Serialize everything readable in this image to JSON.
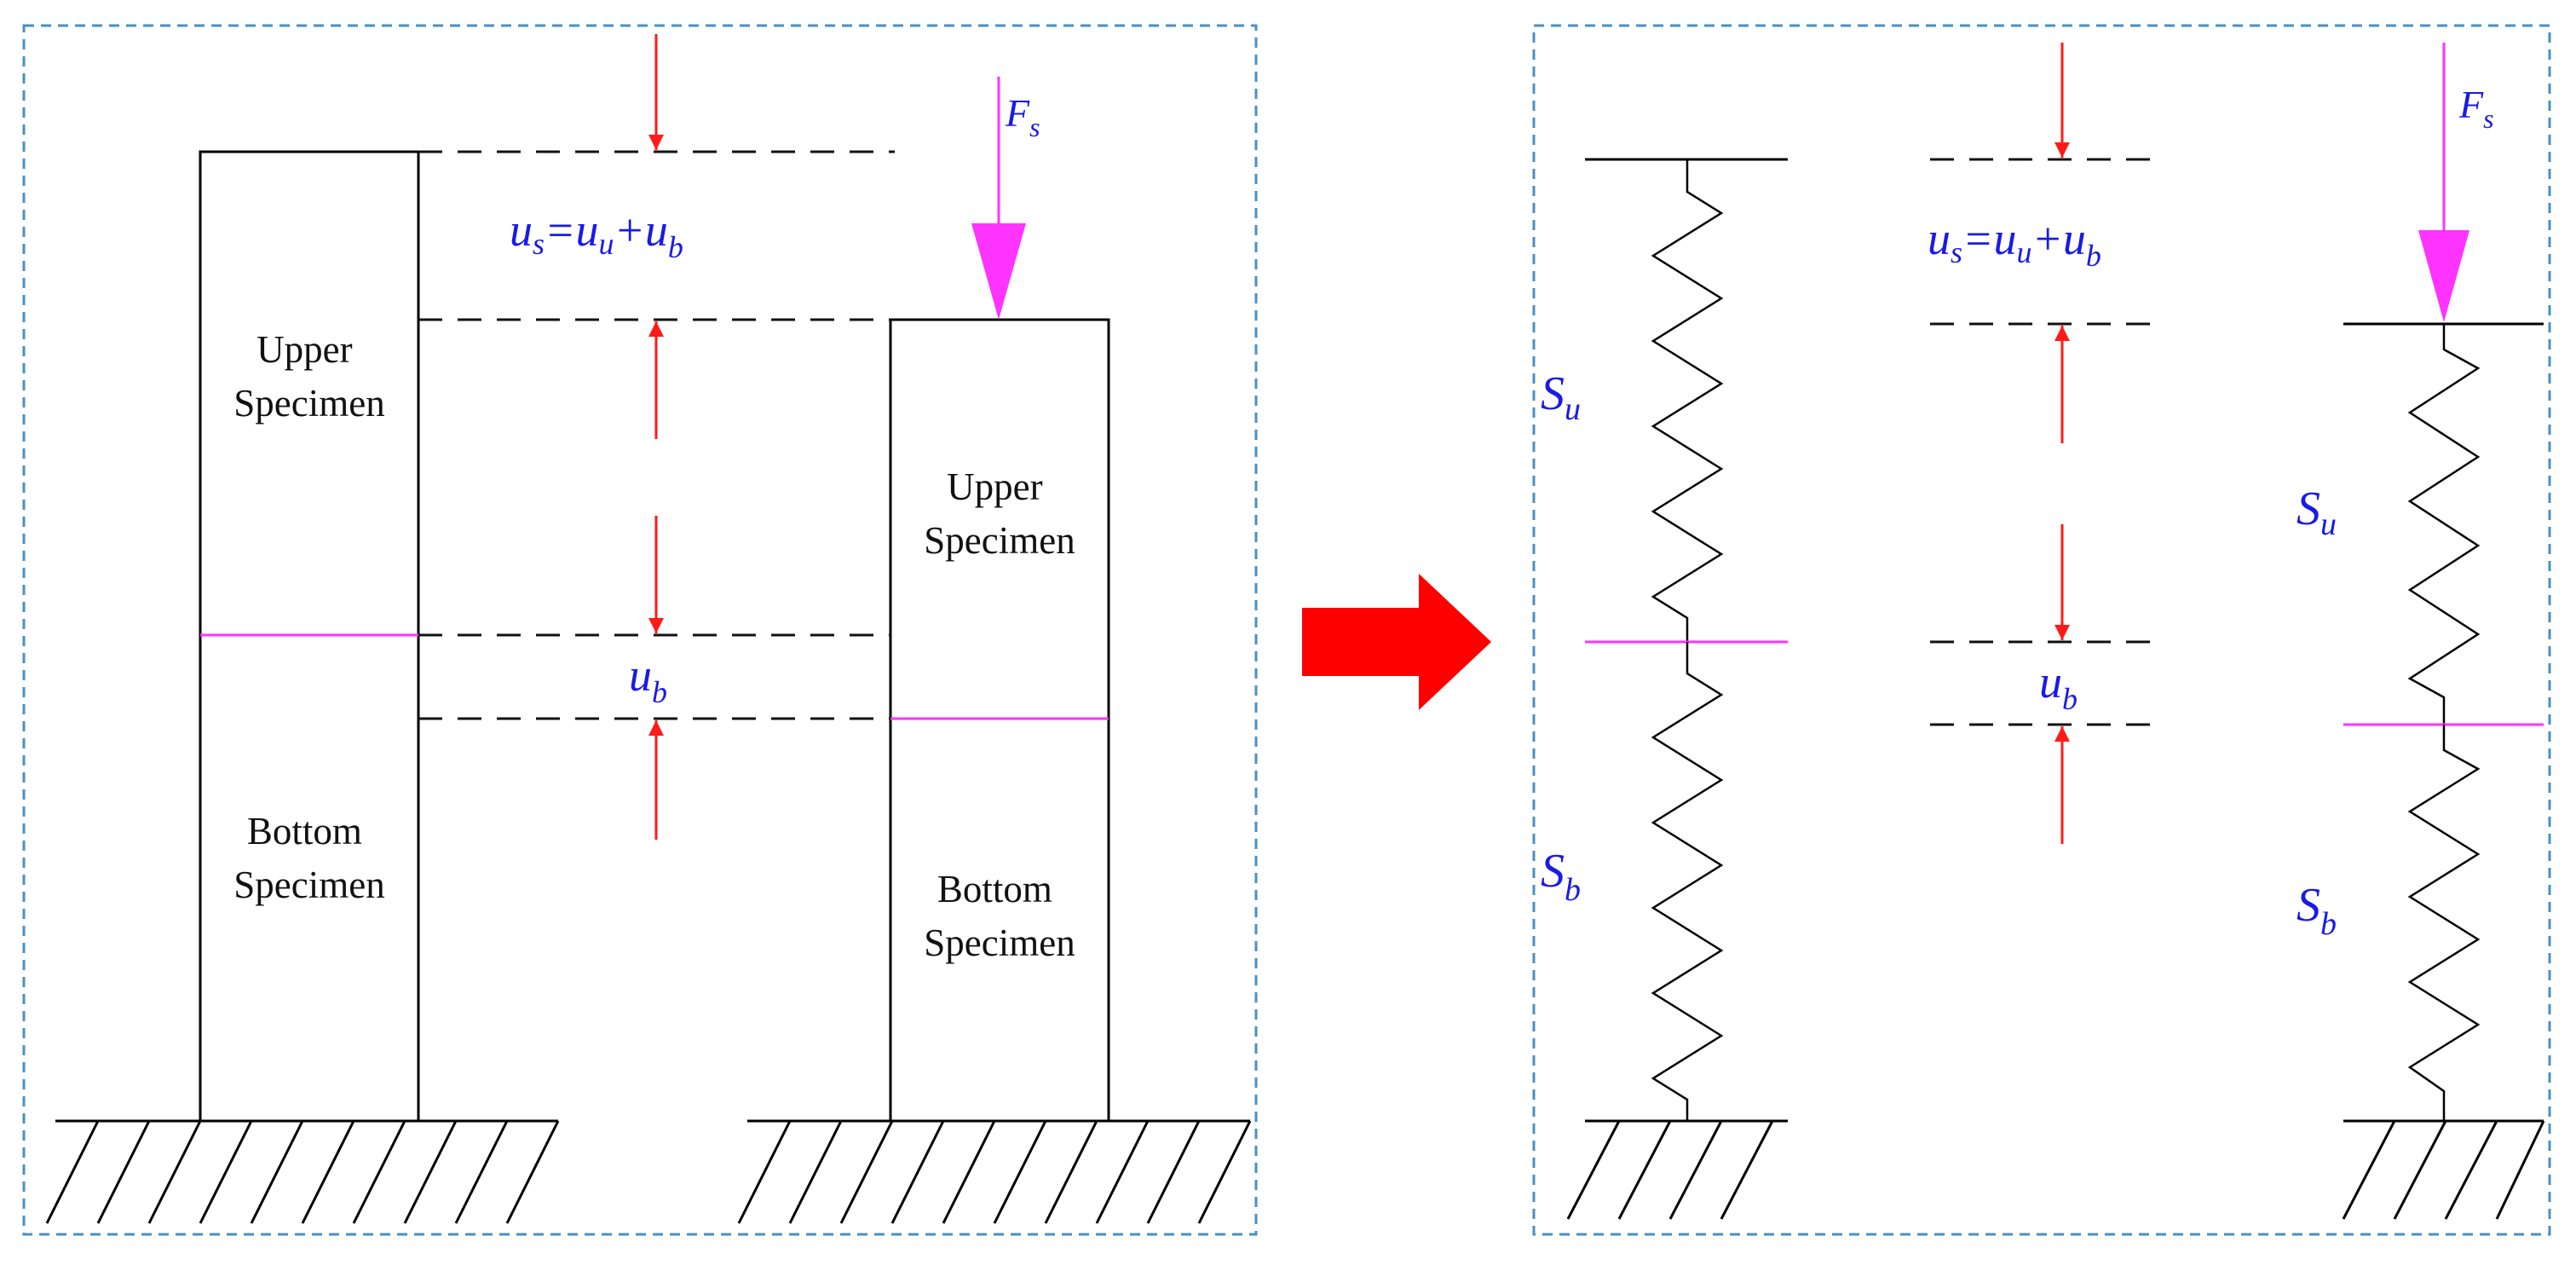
{
  "colors": {
    "line": "#000000",
    "dashed": "#111111",
    "panel_border": "#4a8fc4",
    "interface": "#ff33ff",
    "force": "#ff33ff",
    "dim_arrow": "#ff1a1a",
    "math_text": "#1a1ae6",
    "transform_arrow": "#ff0000"
  },
  "icons": {
    "transform": "right-arrow-icon",
    "support": "hatched-ground-icon",
    "spring": "zigzag-spring-icon"
  },
  "left_panel": {
    "left_column": {
      "upper_label": [
        "Upper",
        "Specimen"
      ],
      "bottom_label": [
        "Bottom",
        "Specimen"
      ]
    },
    "right_column": {
      "upper_label": [
        "Upper",
        "Specimen"
      ],
      "bottom_label": [
        "Bottom",
        "Specimen"
      ]
    },
    "force": {
      "symbol": "F",
      "subscript": "s"
    },
    "displacement_total": {
      "lhs": {
        "symbol": "u",
        "subscript": "s"
      },
      "eq": "=",
      "t1": {
        "symbol": "u",
        "subscript": "u"
      },
      "plus": "+",
      "t2": {
        "symbol": "u",
        "subscript": "b"
      }
    },
    "displacement_bottom": {
      "symbol": "u",
      "subscript": "b"
    }
  },
  "right_panel": {
    "left_spring": {
      "upper_stiffness": {
        "symbol": "S",
        "subscript": "u"
      },
      "bottom_stiffness": {
        "symbol": "S",
        "subscript": "b"
      }
    },
    "right_spring": {
      "upper_stiffness": {
        "symbol": "S",
        "subscript": "u"
      },
      "bottom_stiffness": {
        "symbol": "S",
        "subscript": "b"
      }
    },
    "force": {
      "symbol": "F",
      "subscript": "s"
    },
    "displacement_total": {
      "lhs": {
        "symbol": "u",
        "subscript": "s"
      },
      "eq": "=",
      "t1": {
        "symbol": "u",
        "subscript": "u"
      },
      "plus": "+",
      "t2": {
        "symbol": "u",
        "subscript": "b"
      }
    },
    "displacement_bottom": {
      "symbol": "u",
      "subscript": "b"
    }
  }
}
